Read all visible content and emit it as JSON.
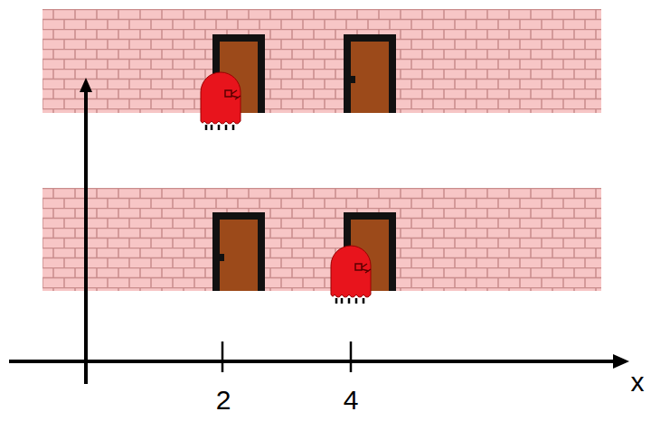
{
  "diagram": {
    "labels": [
      "2",
      "4",
      "x"
    ]
  }
}
